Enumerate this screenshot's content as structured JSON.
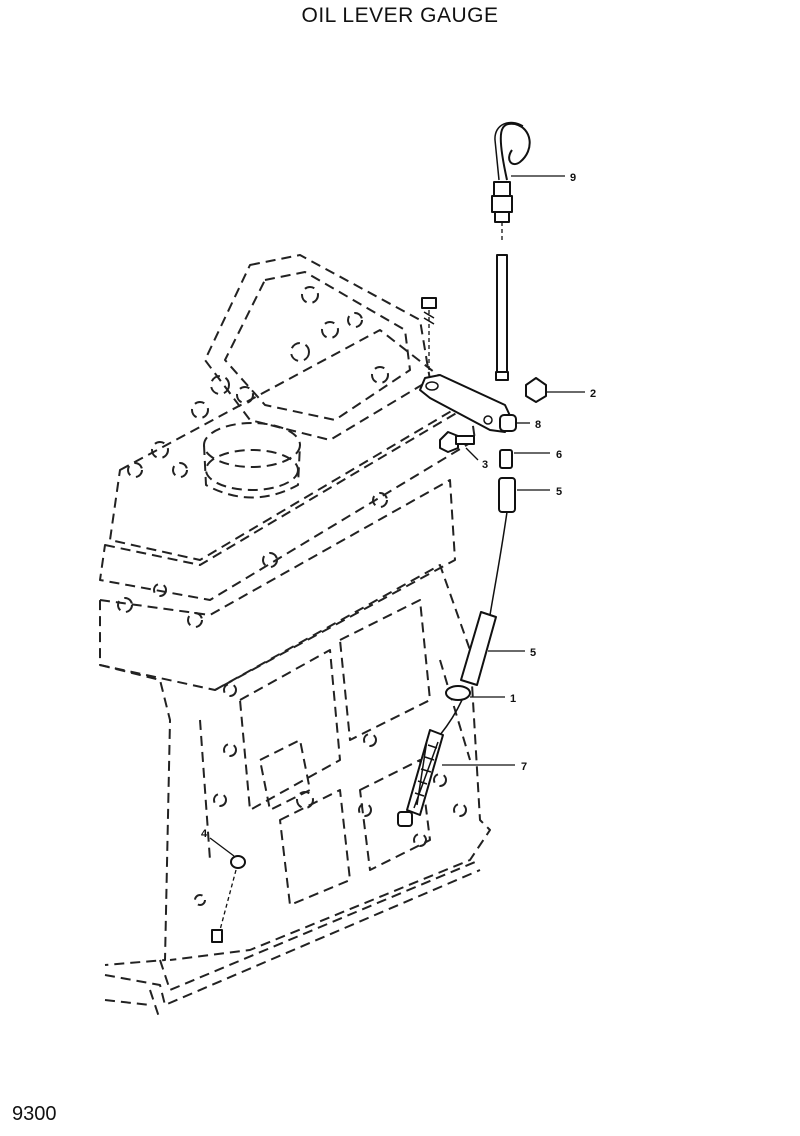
{
  "page": {
    "title": "OIL LEVER GAUGE",
    "page_number": "9300"
  },
  "callouts": {
    "c9": "9",
    "c2": "2",
    "c8": "8",
    "c3": "3",
    "c6": "6",
    "c5a": "5",
    "c5b": "5",
    "c1": "1",
    "c7": "7",
    "c4": "4"
  },
  "colors": {
    "ink": "#111111",
    "paper": "#ffffff"
  }
}
